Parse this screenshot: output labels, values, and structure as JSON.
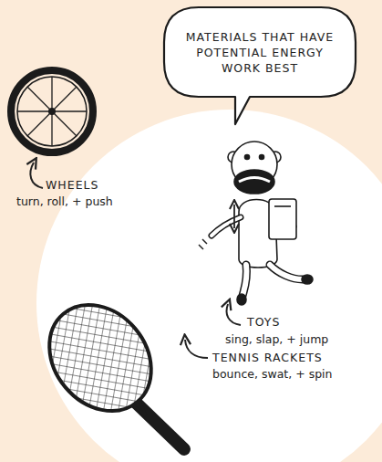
{
  "diagram": {
    "nodes": [
      {
        "text": [
          "MATERIALS THAT HAVE POTENTIAL ENERGY WORK BEST"
        ]
      }
    ],
    "labels": [
      "WHEELS",
      "turn, roll, + push",
      "TOYS",
      "sing, slap, + jump",
      "TENNIS RACKETS",
      "bounce, swat, + spin"
    ]
  }
}
